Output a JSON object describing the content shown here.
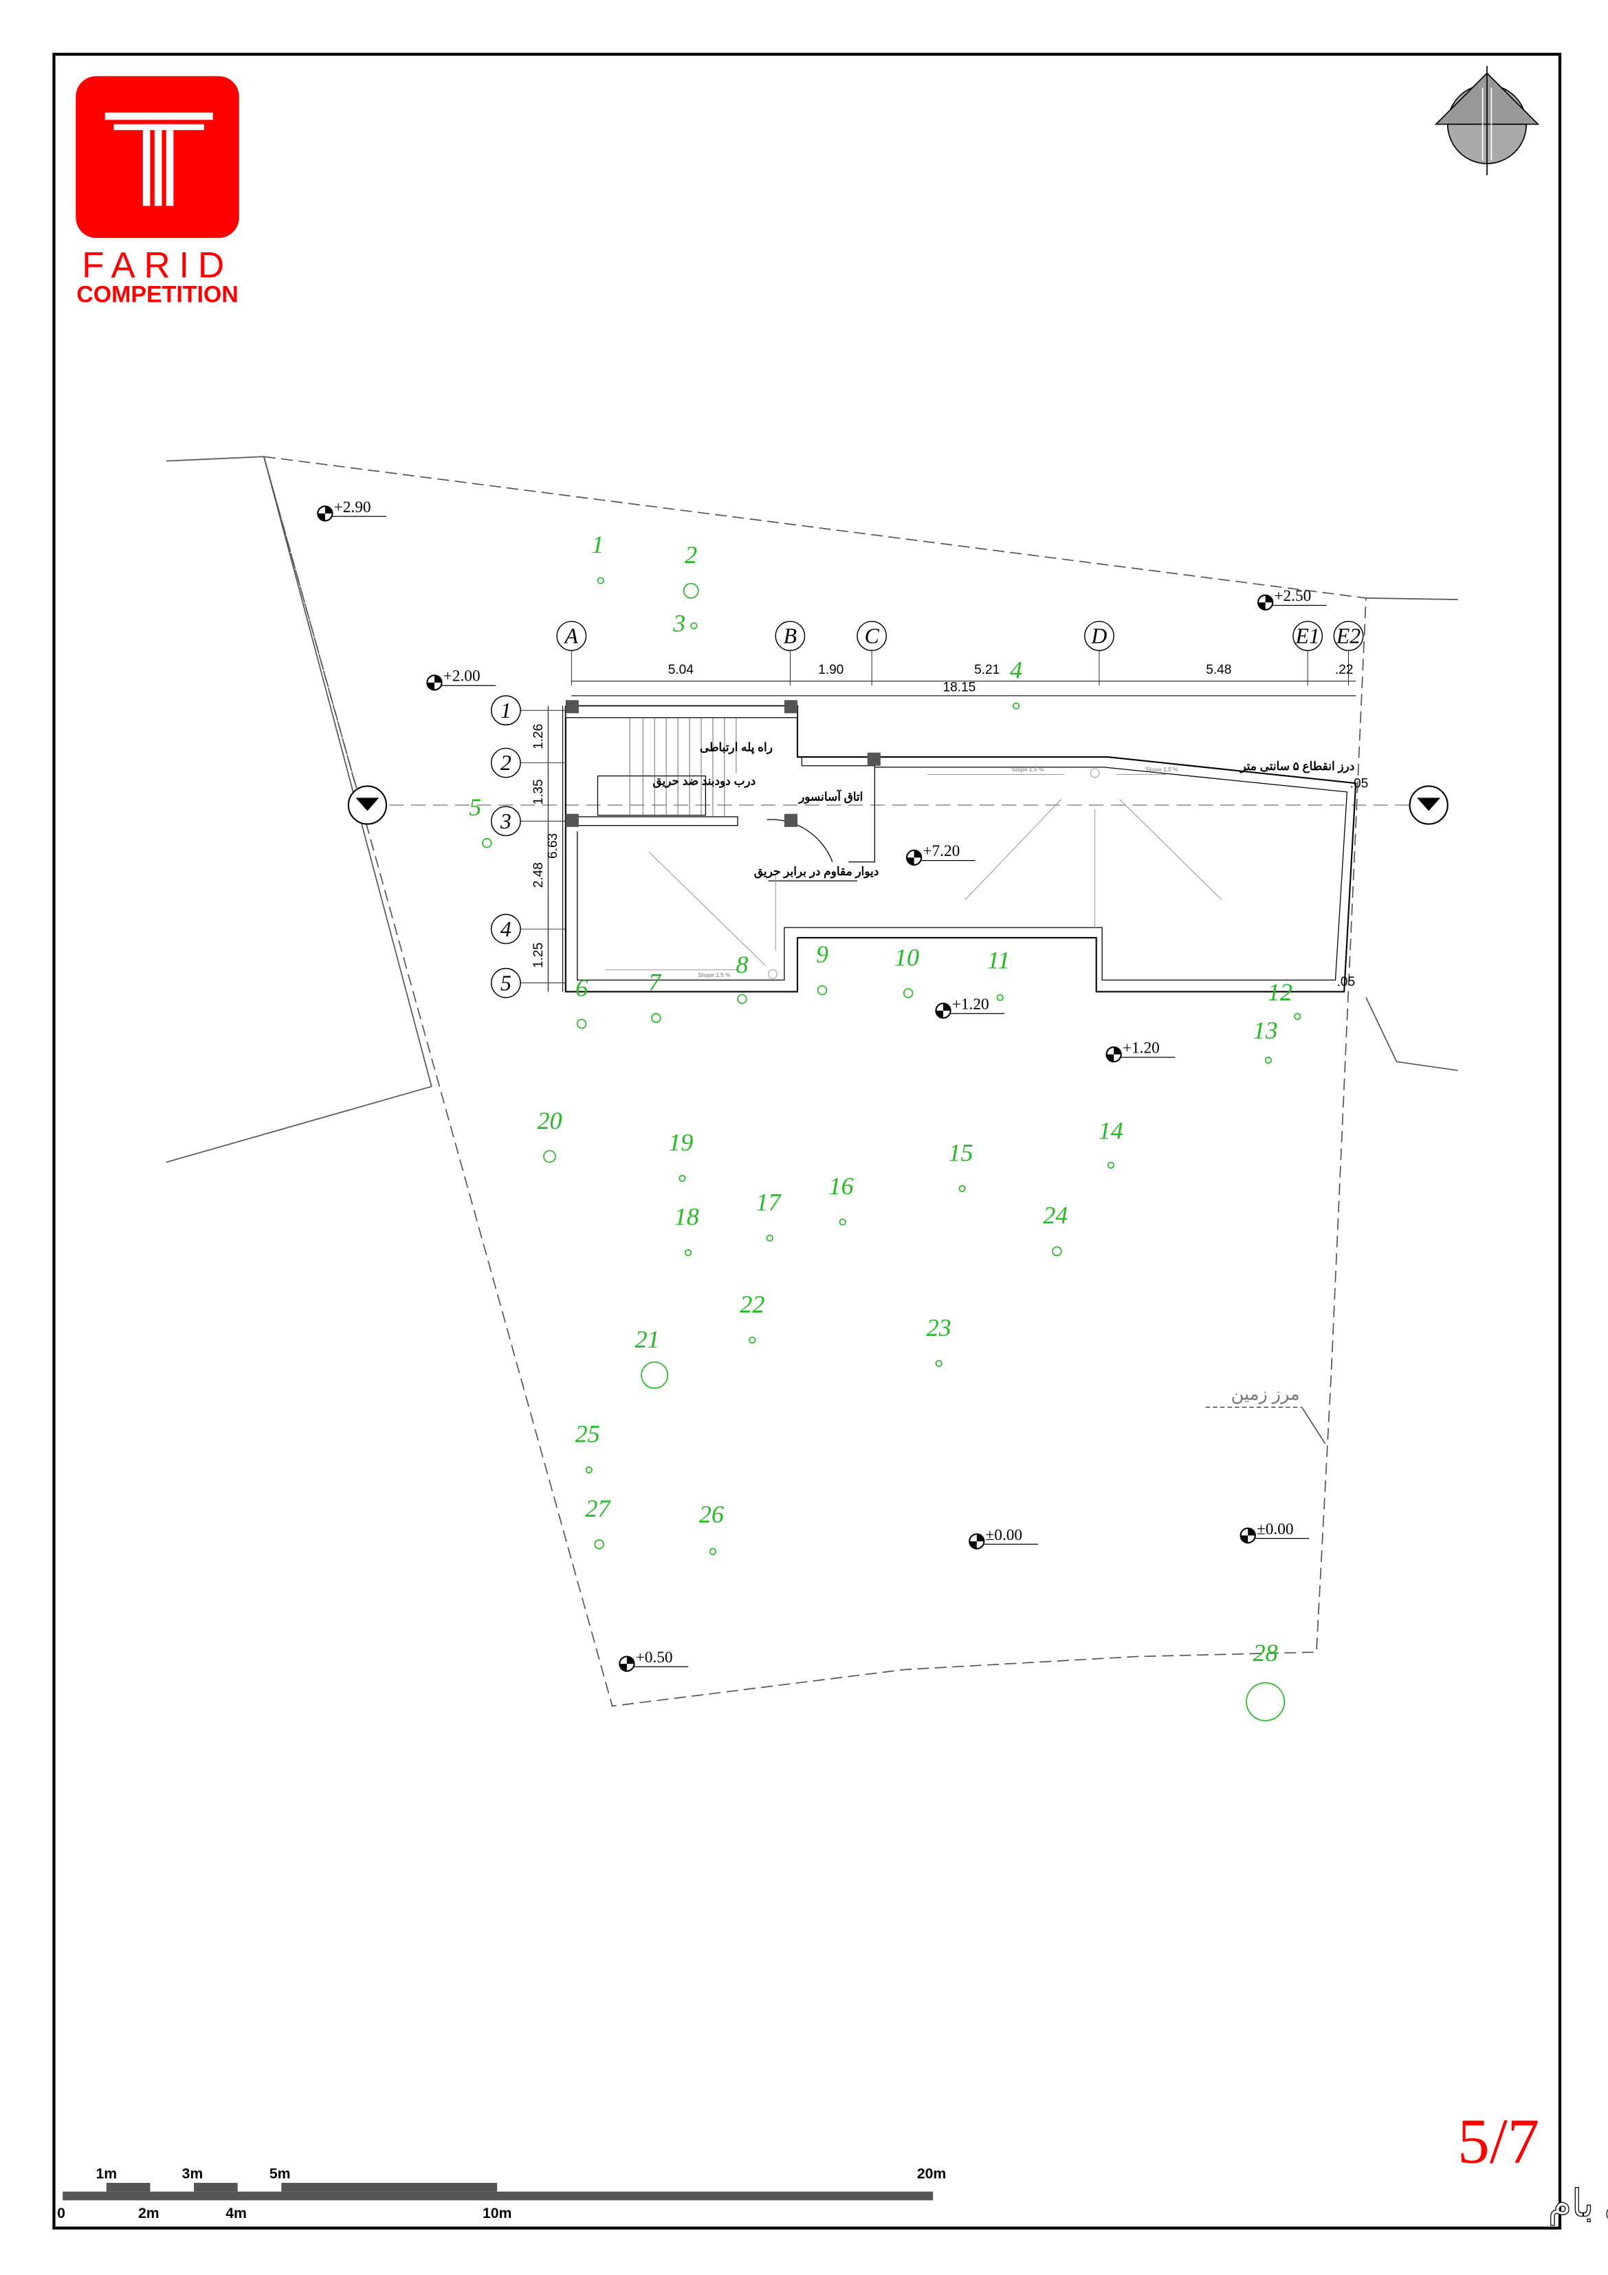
{
  "logo": {
    "name": "FARID",
    "subtitle": "COMPETITION",
    "color": "#ff0000"
  },
  "sheet": {
    "number": "5/7",
    "title": "پلان شیب بندی بام"
  },
  "elevations": [
    "+2.90",
    "+2.50",
    "+2.00",
    "+7.20",
    "+1.20",
    "+1.20",
    "±0.00",
    "±0.00",
    "+0.50"
  ],
  "grid_columns": [
    "A",
    "B",
    "C",
    "D",
    "E1",
    "E2"
  ],
  "grid_rows": [
    "1",
    "2",
    "3",
    "4",
    "5"
  ],
  "dimensions_h": [
    "5.04",
    "1.90",
    "5.21",
    "5.48",
    "18.15",
    ".22"
  ],
  "dimensions_v": [
    "1.26",
    "1.35",
    "6.63",
    "2.48",
    "1.25"
  ],
  "gap_marks": [
    ".05",
    ".05"
  ],
  "labels": {
    "stair": "راه پله ارتباطی",
    "fire_door": "درب دودبند ضد حریق",
    "elevator_room": "اتاق آسانسور",
    "fire_wall": "دیوار مقاوم در برابر حریق",
    "expansion_joint": "درز انقطاع ۵ سانتی متر",
    "land_boundary": "مرز زمین",
    "slope": "Slope 1.5 %"
  },
  "points": [
    "1",
    "2",
    "3",
    "4",
    "5",
    "6",
    "7",
    "8",
    "9",
    "10",
    "11",
    "12",
    "13",
    "14",
    "15",
    "16",
    "17",
    "18",
    "19",
    "20",
    "21",
    "22",
    "23",
    "24",
    "25",
    "26",
    "27",
    "28"
  ],
  "scale_bar": [
    "0",
    "1m",
    "2m",
    "3m",
    "4m",
    "5m",
    "10m",
    "20m"
  ],
  "colors": {
    "points": "#22bb22",
    "accent": "#ff0000"
  }
}
